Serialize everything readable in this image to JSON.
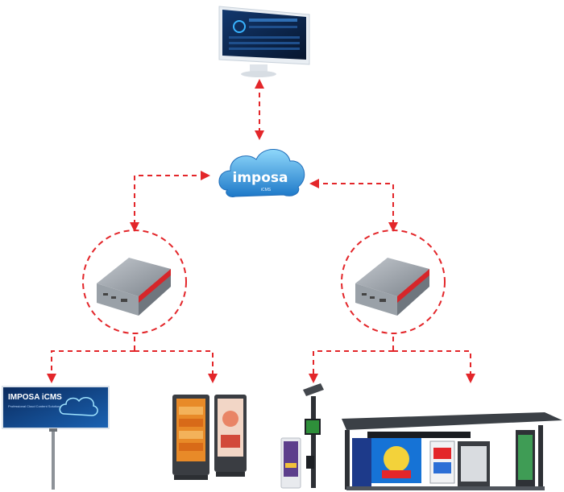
{
  "cloud": {
    "logo_text": "imposa",
    "sub_text": "iCMS"
  },
  "billboard": {
    "title": "IMPOSA iCMS",
    "subtitle": "Professional Cloud Content Solution"
  },
  "colors": {
    "connector": "#e3262a",
    "cloud_top": "#6fc8f5",
    "cloud_bottom": "#1f7fd0",
    "device_body": "#8a9098",
    "device_accent": "#d6262a",
    "monitor_screen": "#0f2a55"
  },
  "nodes": [
    "monitor-dashboard",
    "cloud-server",
    "media-player-left",
    "media-player-right",
    "billboard",
    "outdoor-kiosks",
    "smart-pole",
    "bus-shelter"
  ]
}
